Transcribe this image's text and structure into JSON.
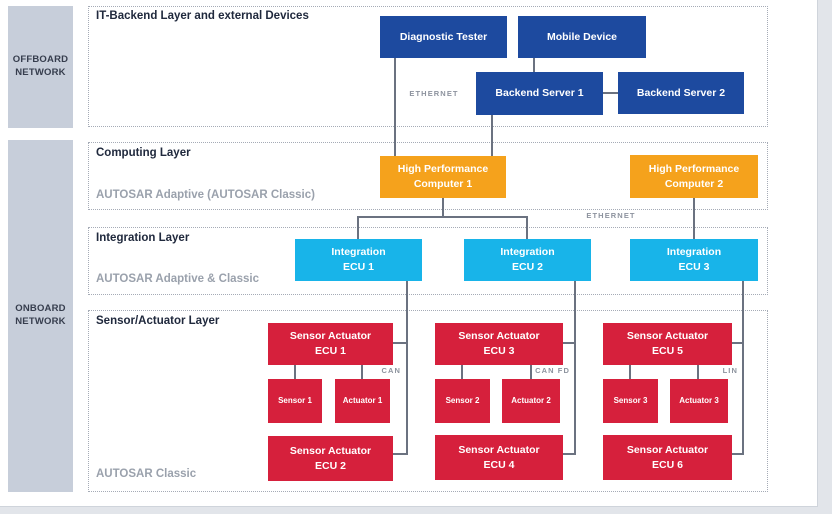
{
  "diagram": {
    "kind": "automotive-network-architecture"
  },
  "sidebar": {
    "offboard": "OFFBOARD\nNETWORK",
    "onboard": "ONBOARD\nNETWORK"
  },
  "layers": {
    "it_backend": {
      "title": "IT-Backend Layer and external Devices"
    },
    "computing": {
      "title": "Computing Layer",
      "subtitle": "AUTOSAR Adaptive (AUTOSAR Classic)"
    },
    "integration": {
      "title": "Integration Layer",
      "subtitle": "AUTOSAR Adaptive & Classic"
    },
    "sensor_actuator": {
      "title": "Sensor/Actuator Layer",
      "subtitle": "AUTOSAR Classic"
    }
  },
  "nodes": {
    "diagnostic_tester": "Diagnostic Tester",
    "mobile_device": "Mobile Device",
    "backend_server_1": "Backend Server 1",
    "backend_server_2": "Backend Server 2",
    "hpc_1": "High Performance\nComputer 1",
    "hpc_2": "High Performance\nComputer 2",
    "integration_ecu_1": "Integration\nECU 1",
    "integration_ecu_2": "Integration\nECU 2",
    "integration_ecu_3": "Integration\nECU 3",
    "sensor_actuator_ecu_1": "Sensor Actuator\nECU 1",
    "sensor_actuator_ecu_2": "Sensor Actuator\nECU 2",
    "sensor_actuator_ecu_3": "Sensor Actuator\nECU 3",
    "sensor_actuator_ecu_4": "Sensor Actuator\nECU 4",
    "sensor_actuator_ecu_5": "Sensor Actuator\nECU 5",
    "sensor_actuator_ecu_6": "Sensor Actuator\nECU 6",
    "sensor_1": "Sensor 1",
    "sensor_2": "Sensor 2",
    "sensor_3": "Sensor 3",
    "actuator_1": "Actuator 1",
    "actuator_2": "Actuator 2",
    "actuator_3": "Actuator 3"
  },
  "bus_labels": {
    "ethernet_offboard": "ETHERNET",
    "ethernet_onboard": "ETHERNET",
    "can": "CAN",
    "can_fd": "CAN FD",
    "lin": "LIN"
  },
  "colors": {
    "backend_blue": "#1d4a9f",
    "hpc_orange": "#f5a21c",
    "integration_cyan": "#18b4e9",
    "ecu_red": "#d6203c",
    "sidebar_gray": "#c7ceda",
    "connector_gray": "#6b7280"
  }
}
